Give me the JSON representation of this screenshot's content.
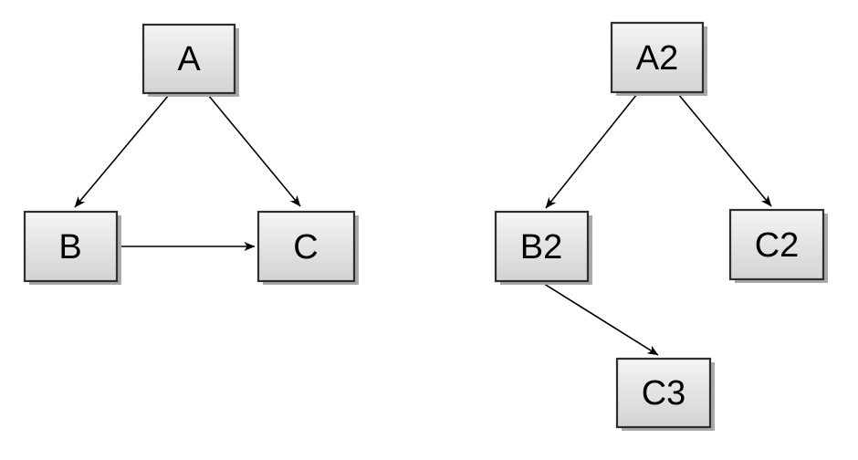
{
  "diagram": {
    "type": "node-link-graph",
    "background_color": "#ffffff",
    "node_style": {
      "fill_gradient_top": "#f4f4f4",
      "fill_gradient_bottom": "#d3d3d3",
      "border_color": "#2e2e2e",
      "shadow_color": "#a9a9a9",
      "text_color": "#000000"
    },
    "edge_style": {
      "line_color": "#000000",
      "arrowhead": "filled-vee"
    },
    "graphs": [
      {
        "name": "left-graph",
        "nodes": [
          {
            "id": "A",
            "label": "A"
          },
          {
            "id": "B",
            "label": "B"
          },
          {
            "id": "C",
            "label": "C"
          }
        ],
        "edges": [
          {
            "from": "A",
            "to": "B"
          },
          {
            "from": "A",
            "to": "C"
          },
          {
            "from": "B",
            "to": "C"
          }
        ]
      },
      {
        "name": "right-graph",
        "nodes": [
          {
            "id": "A2",
            "label": "A2"
          },
          {
            "id": "B2",
            "label": "B2"
          },
          {
            "id": "C2",
            "label": "C2"
          },
          {
            "id": "C3",
            "label": "C3"
          }
        ],
        "edges": [
          {
            "from": "A2",
            "to": "B2"
          },
          {
            "from": "A2",
            "to": "C2"
          },
          {
            "from": "B2",
            "to": "C3"
          }
        ]
      }
    ]
  }
}
